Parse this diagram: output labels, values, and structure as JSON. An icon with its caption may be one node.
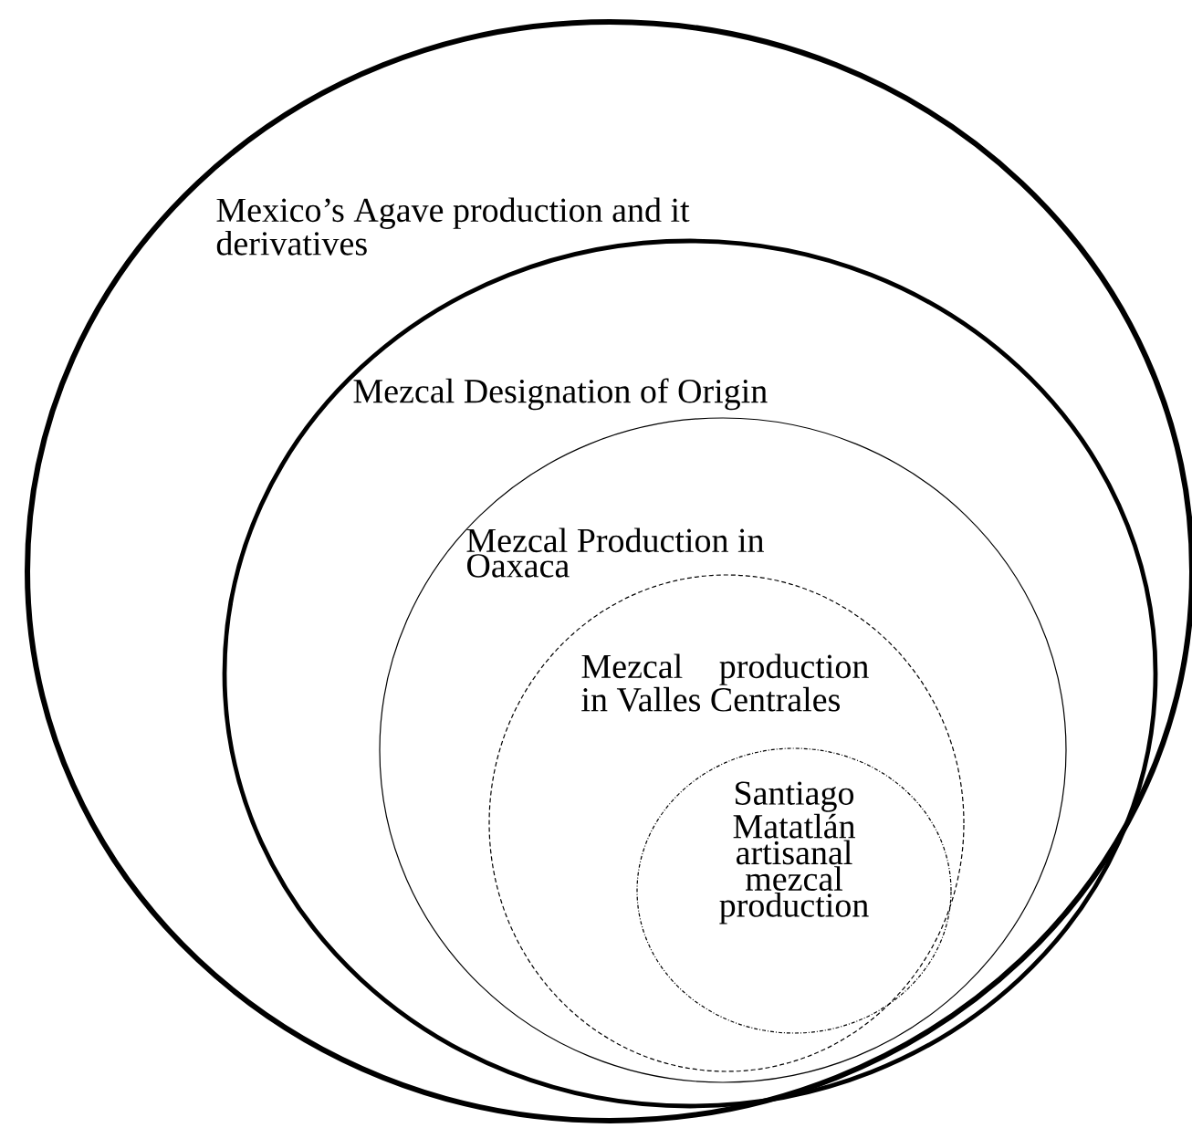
{
  "diagram": {
    "nodes": [
      {
        "text": [
          "Mexico’s Agave production and it derivatives"
        ]
      },
      {
        "text": [
          "Mezcal Designation of Origin"
        ],
        "in": 0
      },
      {
        "text": [
          "Mezcal Production in Oaxaca"
        ],
        "in": 1
      },
      {
        "text": [
          "Mezcal production in Valles Centrales"
        ],
        "in": 2
      },
      {
        "text": [
          "Santiago Matatlán artisanal mezcal production"
        ],
        "in": 3
      }
    ]
  }
}
